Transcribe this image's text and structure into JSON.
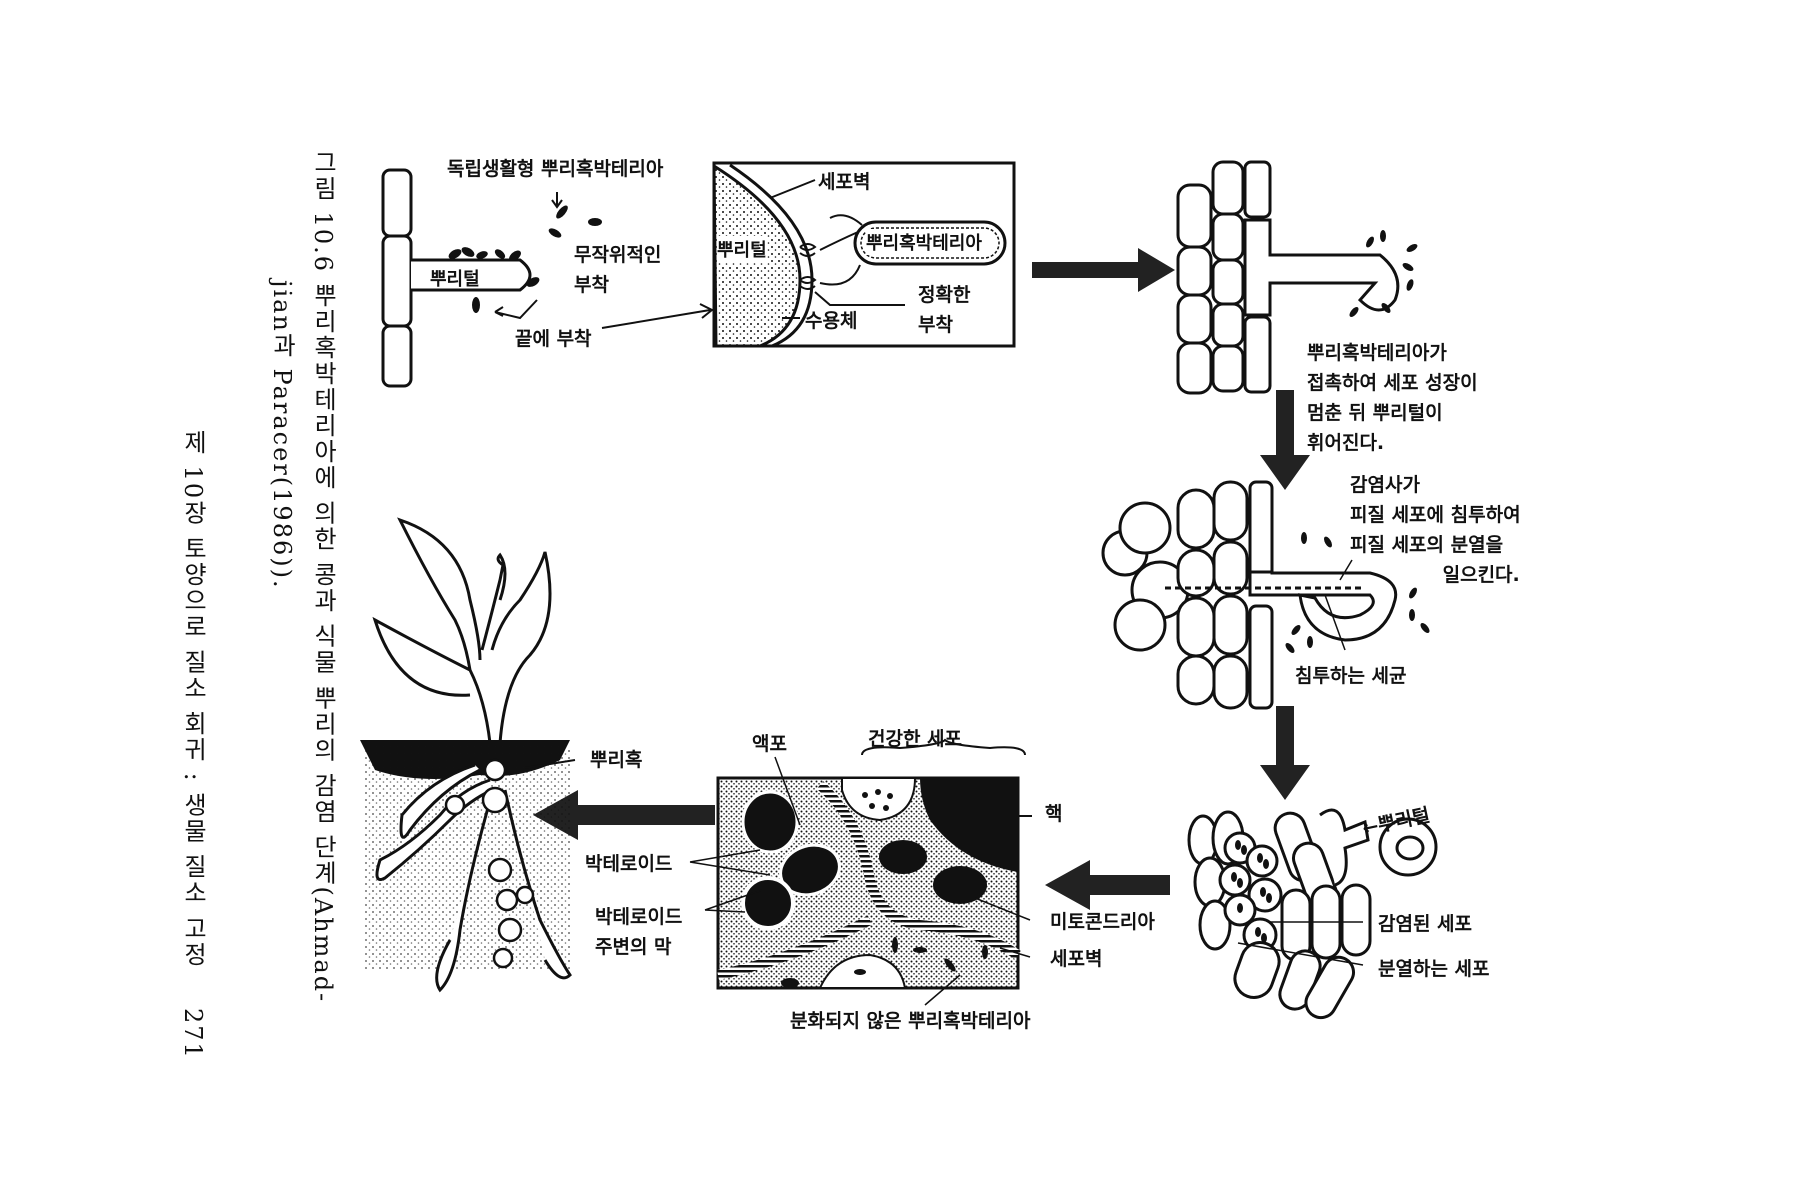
{
  "page": {
    "running_header": "제 10장  토양으로 질소 회귀 : 생물 질소 고정",
    "page_number": "271",
    "caption_line1": "그림 10.6  뿌리혹박테리아에 의한 콩과 식물 뿌리의 감염 단계(Ahmad-",
    "caption_line2": "jian과 Paracer(1986))."
  },
  "stage1": {
    "free_living_bacteria": "독립생활형 뿌리혹박테리아",
    "random_attachment": "무작위적인\n부착",
    "root_hair": "뿌리털",
    "tip_attachment": "끝에 부착"
  },
  "stage2": {
    "cell_wall": "세포벽",
    "root_hair": "뿌리털",
    "rhizobium": "뿌리혹박테리아",
    "specific_attachment": "정확한\n부착",
    "receptor": "수용체"
  },
  "stage3": {
    "description": "뿌리혹박테리아가\n접촉하여 세포 성장이\n멈춘 뒤 뿌리털이\n휘어진다."
  },
  "stage4": {
    "description": "감염사가\n피질 세포에 침투하여\n피질 세포의 분열을\n              일으킨다.",
    "invading_bacteria": "침투하는 세균"
  },
  "stage5": {
    "root_hair": "←뿌리털",
    "infected_cell": "감염된 세포",
    "dividing_cell": "분열하는 세포"
  },
  "stage6": {
    "vacuole": "액포",
    "healthy_cell": "건강한 세포",
    "nucleus": "핵",
    "mitochondria": "미토콘드리아",
    "cell_wall": "세포벽",
    "undifferentiated_bacteria": "분화되지 않은 뿌리혹박테리아",
    "bacteroid": "박테로이드",
    "peribacteroid_membrane": "박테로이드\n주변의 막"
  },
  "stage7": {
    "nodule": "뿌리혹"
  }
}
